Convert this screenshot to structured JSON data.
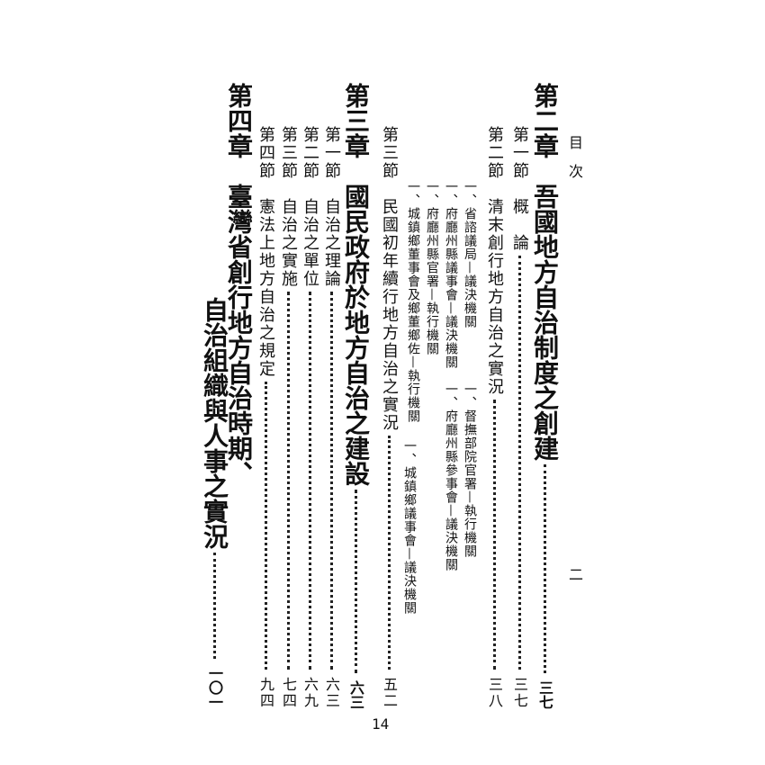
{
  "header": {
    "title": "目　次",
    "page_label": "二"
  },
  "entries": [
    {
      "label": "第二章　吾國地方自治制度之創建",
      "page": "三七"
    },
    {
      "label": "第一節　概　論",
      "page": "三七"
    },
    {
      "label": "第二節　清末創行地方自治之實況",
      "page": "三八"
    },
    {
      "label": "第三節　民國初年續行地方自治之實況",
      "page": "五二"
    },
    {
      "label": "第三章　國民政府於地方自治之建設",
      "page": "六三"
    },
    {
      "label": "第一節　自治之理論",
      "page": "六三"
    },
    {
      "label": "第二節　自治之單位",
      "page": "六九"
    },
    {
      "label": "第三節　自治之實施",
      "page": "七四"
    },
    {
      "label": "第四節　憲法上地方自治之規定",
      "page": "九四"
    },
    {
      "label": "第四章　臺灣省創行地方自治時期、",
      "label2": "自治組織與人事之實況",
      "page": "一〇一"
    }
  ],
  "subitems": [
    "一、省諮議局—議決機關",
    "一、督撫部院官署—執行機關",
    "一、府廳州縣議事會—議決機關",
    "一、府廳州縣參事會—議決機關",
    "一、府廳州縣官署—執行機關",
    "一、城鎮鄉董事會及鄉董鄉佐—執行機關",
    "一、城鎮鄉議事會—議決機關"
  ],
  "footer": {
    "page_number": "14"
  }
}
